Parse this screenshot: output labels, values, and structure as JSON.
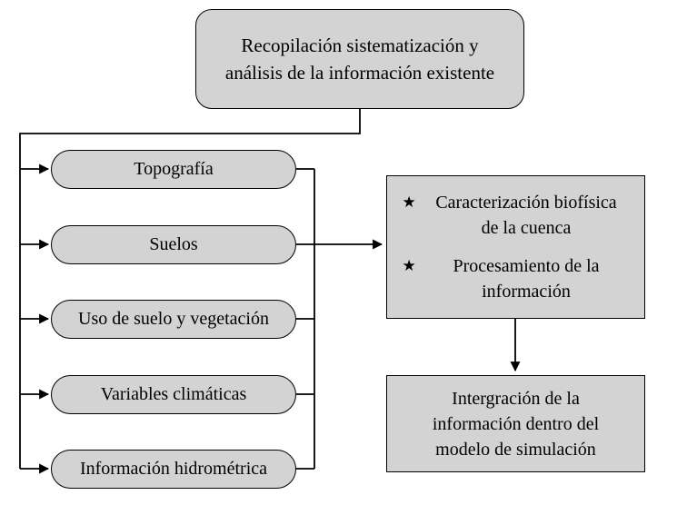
{
  "diagram": {
    "title_box": "Recopilación sistematización y análisis de la información existente",
    "pills": [
      {
        "label": "Topografía"
      },
      {
        "label": "Suelos"
      },
      {
        "label": "Uso de suelo y vegetación"
      },
      {
        "label": "Variables climáticas"
      },
      {
        "label": "Información hidrométrica"
      }
    ],
    "process_box": {
      "bullet": "★",
      "items": [
        "Caracterización biofísica de la cuenca",
        "Procesamiento de la información"
      ]
    },
    "integration_box": "Intergración de la información dentro del modelo de simulación",
    "colors": {
      "box_fill": "#d3d3d3",
      "box_border": "#000000",
      "line": "#000000",
      "background": "#ffffff",
      "text": "#000000"
    }
  }
}
